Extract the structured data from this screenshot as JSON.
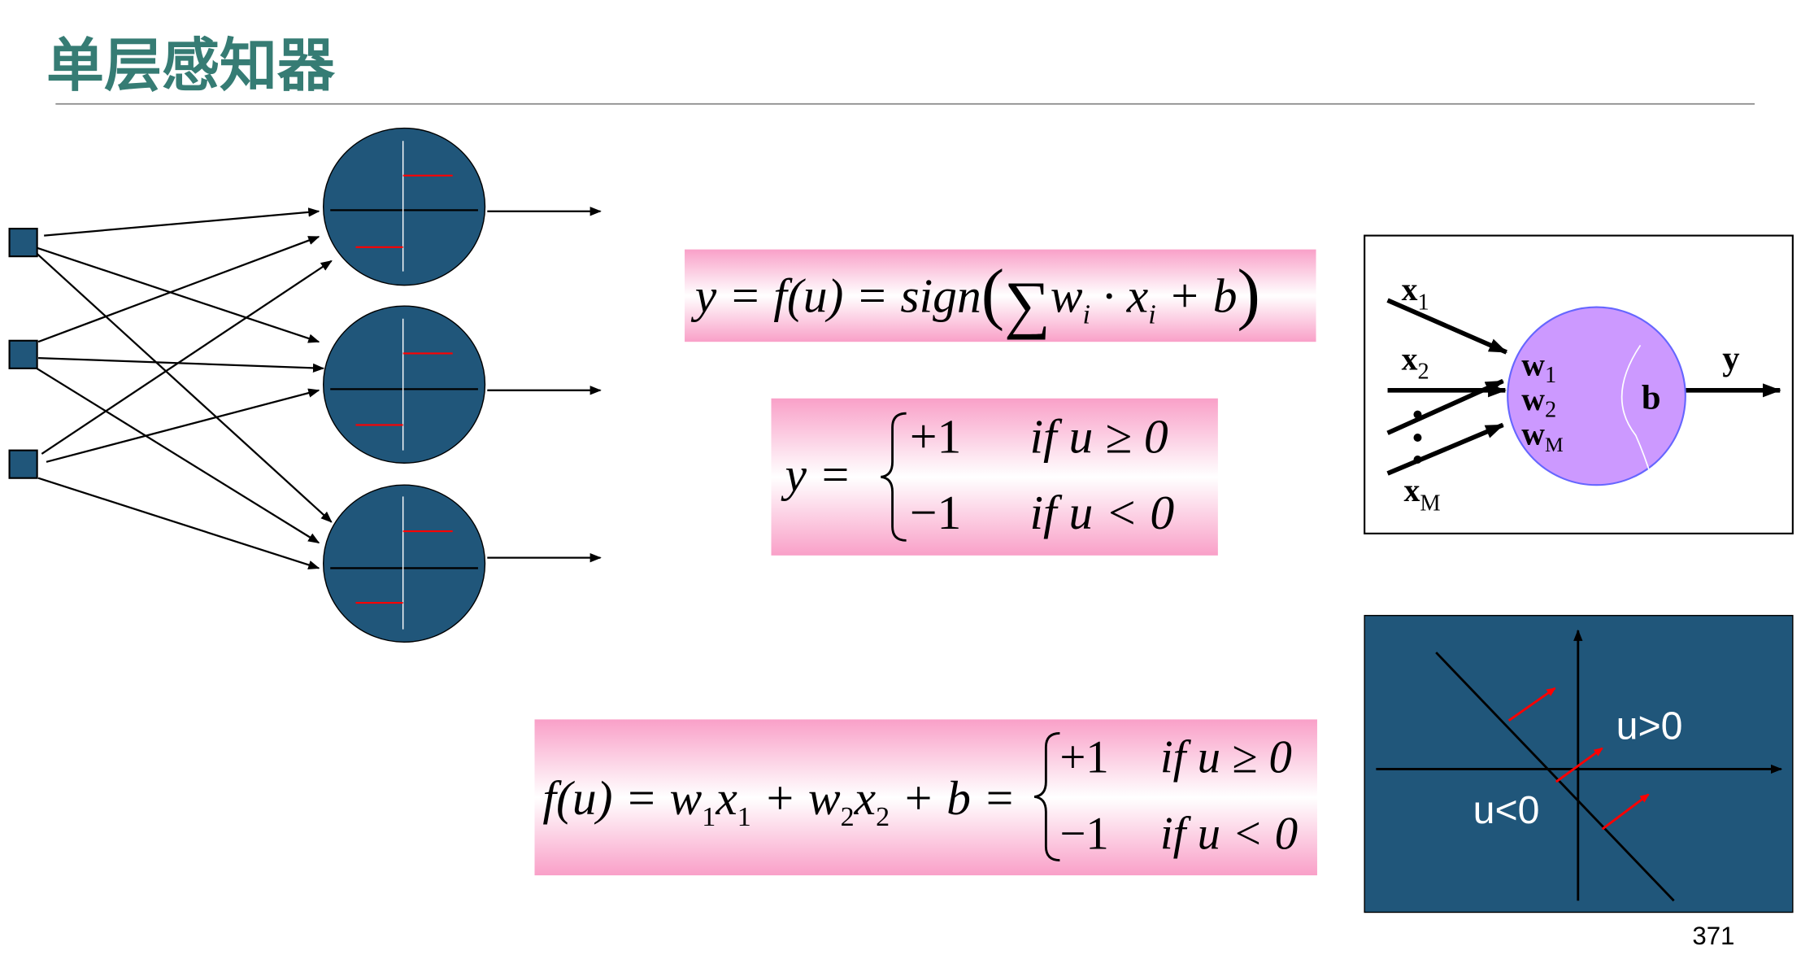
{
  "slide": {
    "title": "单层感知器",
    "page_number": "371"
  },
  "formulas": {
    "f1": {
      "lhs": "y = f(u) = sign",
      "sum": "∑",
      "body": "w",
      "i": "i",
      "dot": " · x",
      "i2": "i",
      "tail": " + b"
    },
    "f2": {
      "lhs": "y =",
      "case1_val": "+1",
      "case1_cond": "if u ≥ 0",
      "case2_val": "−1",
      "case2_cond": "if u < 0"
    },
    "f3": {
      "lhs": "f(u) = w",
      "s1": "1",
      "x1": "x",
      "s2": "1",
      "plus": " + w",
      "s3": "2",
      "x2": "x",
      "s4": "2",
      "tail": " + b =",
      "case1_val": "+1",
      "case1_cond": "if u ≥ 0",
      "case2_val": "−1",
      "case2_cond": "if u < 0"
    }
  },
  "neuron_diagram": {
    "x1": "x",
    "x1_sub": "1",
    "x2": "x",
    "x2_sub": "2",
    "xm": "x",
    "xm_sub": "M",
    "w1": "w",
    "w1_sub": "1",
    "w2": "w",
    "w2_sub": "2",
    "wm": "w",
    "wm_sub": "M",
    "bias": "b",
    "output": "y"
  },
  "decision_plot": {
    "pos_label": "u>0",
    "neg_label": "u<0"
  },
  "colors": {
    "title": "#367c74",
    "node": "#20567a",
    "pink": "#f9a6cc",
    "neuron": "#cc99ff"
  }
}
